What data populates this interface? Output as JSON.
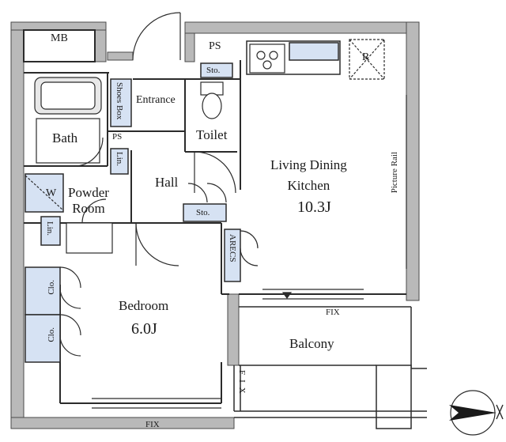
{
  "labels": {
    "mb": "MB",
    "ps_top": "PS",
    "ps_mid": "PS",
    "entrance": "Entrance",
    "shoes_box": "Shoes Box",
    "sto_top": "Sto.",
    "toilet": "Toilet",
    "bath": "Bath",
    "lin_upper": "Lin.",
    "hall": "Hall",
    "w": "W",
    "powder_room": "Powder\nRoom",
    "sto_hall": "Sto.",
    "lin_lower": "Lin.",
    "ldk_name": "Living Dining\nKitchen",
    "ldk_size": "10.3J",
    "picture_rail": "Picture Rail",
    "refrigerator": "R",
    "arecs": "ARECS",
    "fix_balcony": "FIX",
    "bedroom_name": "Bedroom",
    "bedroom_size": "6.0J",
    "clo_upper": "Clo.",
    "clo_lower": "Clo.",
    "balcony": "Balcony",
    "fix_side": "FIX",
    "fix_bottom": "FIX"
  },
  "colors": {
    "wall": "#b9b9b9",
    "wall_edge": "#4a4a4a",
    "line": "#2b2b2b",
    "storage_fill": "#d6e2f3",
    "fixture": "#e8e8e8",
    "text": "#1a1a1a"
  },
  "icons": [
    "compass-north-icon",
    "stove-icon",
    "sink-icon",
    "bathtub-icon",
    "toilet-icon",
    "washbasin-icon",
    "refrigerator-icon"
  ]
}
